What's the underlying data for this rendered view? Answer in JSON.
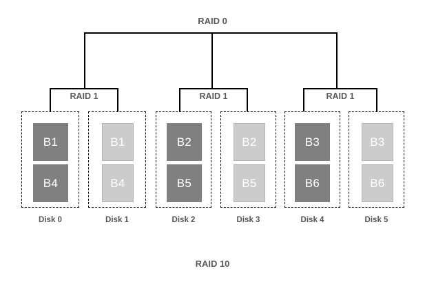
{
  "diagram": {
    "top_label": "RAID 0",
    "bottom_label": "RAID 10",
    "colors": {
      "primary_block": "#808080",
      "mirror_block": "#cccccc",
      "mirror_block_border": "#b3b3b3",
      "block_text": "#ffffff",
      "label_text": "#595959",
      "disk_label_text": "#555555",
      "connector_line": "#000000",
      "background": "#ffffff"
    },
    "raid1_groups": [
      {
        "label": "RAID 1"
      },
      {
        "label": "RAID 1"
      },
      {
        "label": "RAID 1"
      }
    ],
    "disks": [
      {
        "name": "Disk 0",
        "type": "primary",
        "blocks": [
          "B1",
          "B4"
        ]
      },
      {
        "name": "Disk 1",
        "type": "mirror",
        "blocks": [
          "B1",
          "B4"
        ]
      },
      {
        "name": "Disk 2",
        "type": "primary",
        "blocks": [
          "B2",
          "B5"
        ]
      },
      {
        "name": "Disk 3",
        "type": "mirror",
        "blocks": [
          "B2",
          "B5"
        ]
      },
      {
        "name": "Disk 4",
        "type": "primary",
        "blocks": [
          "B3",
          "B6"
        ]
      },
      {
        "name": "Disk 5",
        "type": "mirror",
        "blocks": [
          "B3",
          "B6"
        ]
      }
    ]
  }
}
